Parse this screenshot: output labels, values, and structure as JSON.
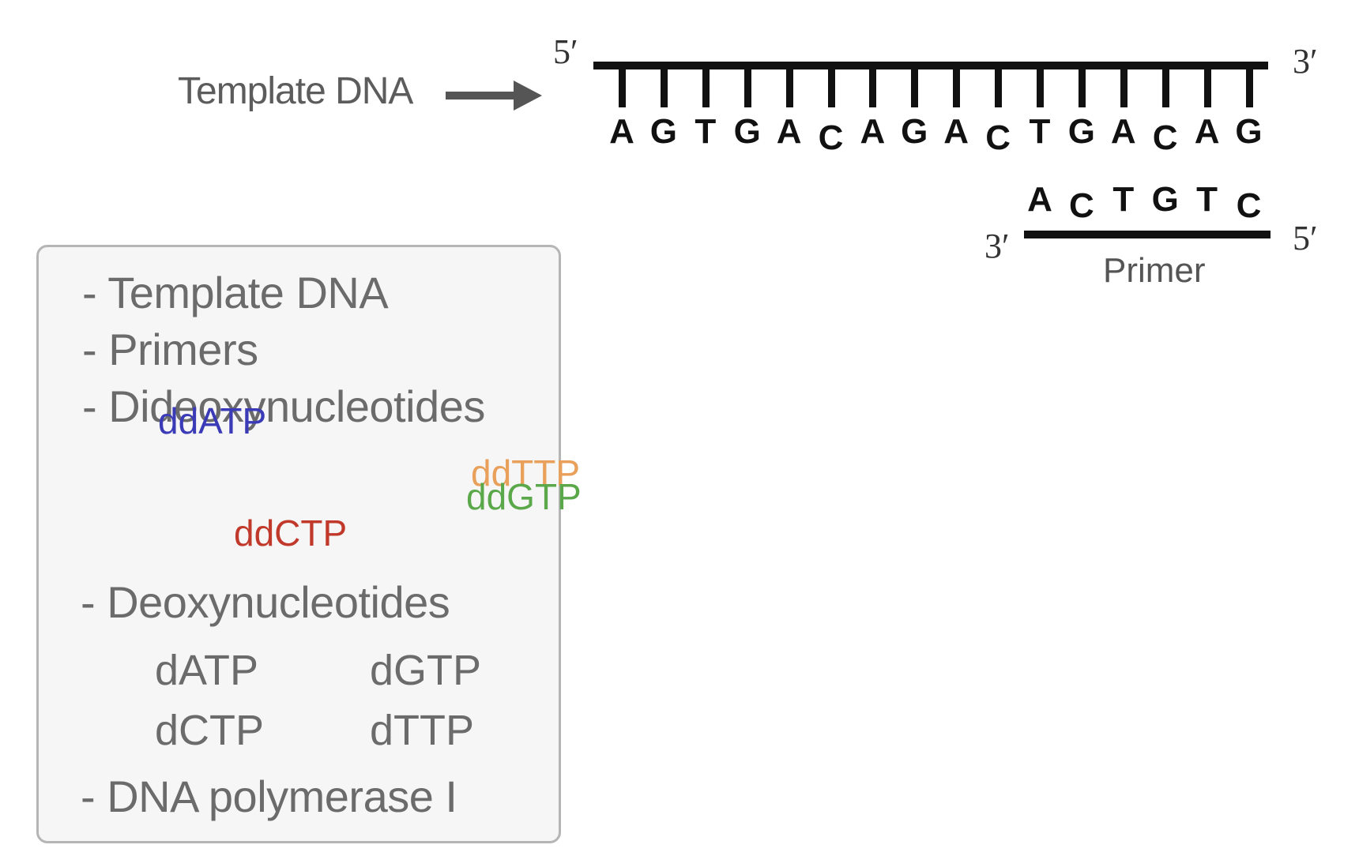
{
  "diagram": {
    "template_label": "Template DNA",
    "template_5prime": "5′",
    "template_3prime": "3′",
    "template_bases": [
      "A",
      "G",
      "T",
      "G",
      "A",
      "C",
      "A",
      "G",
      "A",
      "C",
      "T",
      "G",
      "A",
      "C",
      "A",
      "G"
    ],
    "primer_bases": [
      "A",
      "C",
      "T",
      "G",
      "T",
      "C"
    ],
    "primer_3prime": "3′",
    "primer_5prime": "5′",
    "primer_label": "Primer"
  },
  "reagents": {
    "template_dna": "- Template DNA",
    "primers": "- Primers",
    "dideoxynucleotides": "- Dideoxynucleotides",
    "ddATP": "ddATP",
    "ddTTP": "ddTTP",
    "ddGTP": "ddGTP",
    "ddCTP": "ddCTP",
    "deoxynucleotides": "- Deoxynucleotides",
    "dATP": "dATP",
    "dGTP": "dGTP",
    "dCTP": "dCTP",
    "dTTP": "dTTP",
    "polymerase": "- DNA polymerase I"
  },
  "colors": {
    "ddATP": "#3b3bb8",
    "ddTTP": "#e8a05a",
    "ddGTP": "#5aa84a",
    "ddCTP": "#c0392b"
  }
}
